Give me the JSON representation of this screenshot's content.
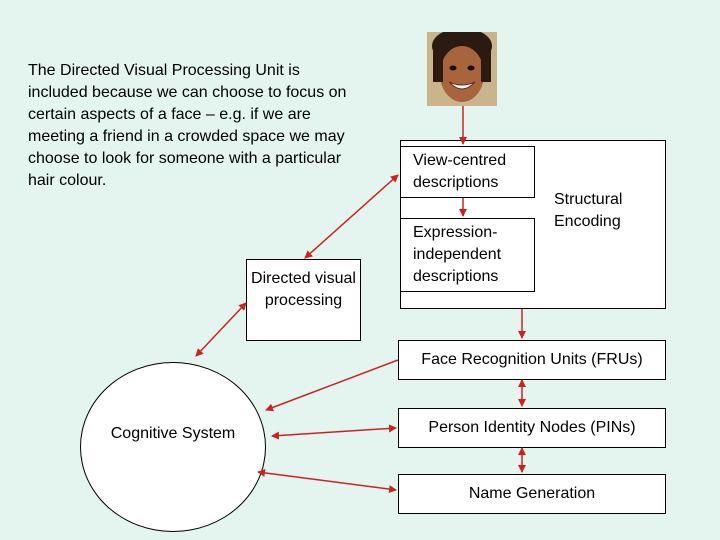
{
  "note": "The Directed Visual Processing Unit is included because we can choose to focus on certain aspects of a face – e.g. if we are meeting a friend in a crowded space we may choose to look for someone with a particular hair colour.",
  "nodes": {
    "view_centred": "View-centred descriptions",
    "expression_independent": "Expression-independent descriptions",
    "structural_encoding": "Structural Encoding",
    "directed_visual": "Directed visual processing",
    "fru": "Face Recognition Units (FRUs)",
    "pin": "Person Identity Nodes (PINs)",
    "name_generation": "Name Generation",
    "cognitive_system": "Cognitive System"
  },
  "colors": {
    "background": "#e3f5ee",
    "arrow": "#cc2222",
    "box": "#ffffff"
  }
}
